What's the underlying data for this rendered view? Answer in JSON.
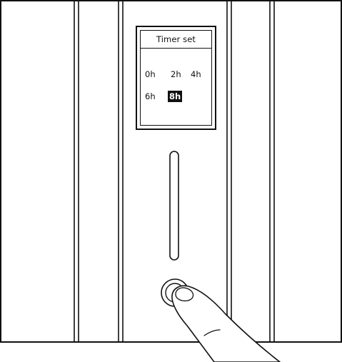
{
  "timer_display": {
    "title": "Timer set",
    "options": [
      "0h",
      "2h",
      "4h",
      "6h",
      "8h"
    ],
    "selected": "8h"
  }
}
